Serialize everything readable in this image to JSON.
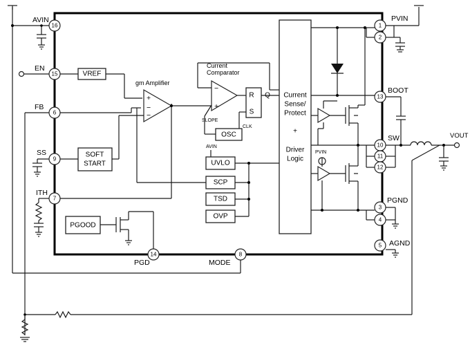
{
  "pins": {
    "avin": {
      "name": "AVIN",
      "num": "16"
    },
    "en": {
      "name": "EN",
      "num": "15"
    },
    "fb": {
      "name": "FB",
      "num": "6"
    },
    "ss": {
      "name": "SS",
      "num": "9"
    },
    "ith": {
      "name": "ITH",
      "num": "7"
    },
    "pgd": {
      "name": "PGD",
      "num": "14"
    },
    "mode": {
      "name": "MODE",
      "num": "8"
    },
    "pvin": {
      "name": "PVIN",
      "num1": "1",
      "num2": "2"
    },
    "boot": {
      "name": "BOOT",
      "num": "13"
    },
    "sw": {
      "name": "SW",
      "num1": "10",
      "num2": "11",
      "num3": "12"
    },
    "pgnd": {
      "name": "PGND",
      "num1": "3",
      "num2": "4"
    },
    "agnd": {
      "name": "AGND",
      "num": "5"
    }
  },
  "blocks": {
    "vref": "VREF",
    "gm_amplifier": "gm Amplifier",
    "current_comparator_line1": "Current",
    "current_comparator_line2": "Comparator",
    "soft_start_line1": "SOFT",
    "soft_start_line2": "START",
    "pgood": "PGOOD",
    "osc": "OSC",
    "uvlo": "UVLO",
    "scp": "SCP",
    "tsd": "TSD",
    "ovp": "OVP",
    "driver_line1": "Current",
    "driver_line2": "Sense/",
    "driver_line3": "Protect",
    "driver_line4": "+",
    "driver_line5": "Driver",
    "driver_line6": "Logic",
    "latch_r": "R",
    "latch_q": "Q",
    "latch_s": "S",
    "slope": "SLOPE",
    "clk": "CLK",
    "avin_small": "AVIN",
    "pvin_small": "PVIN",
    "plus": "+",
    "minus": "−"
  },
  "vout": "VOUT"
}
